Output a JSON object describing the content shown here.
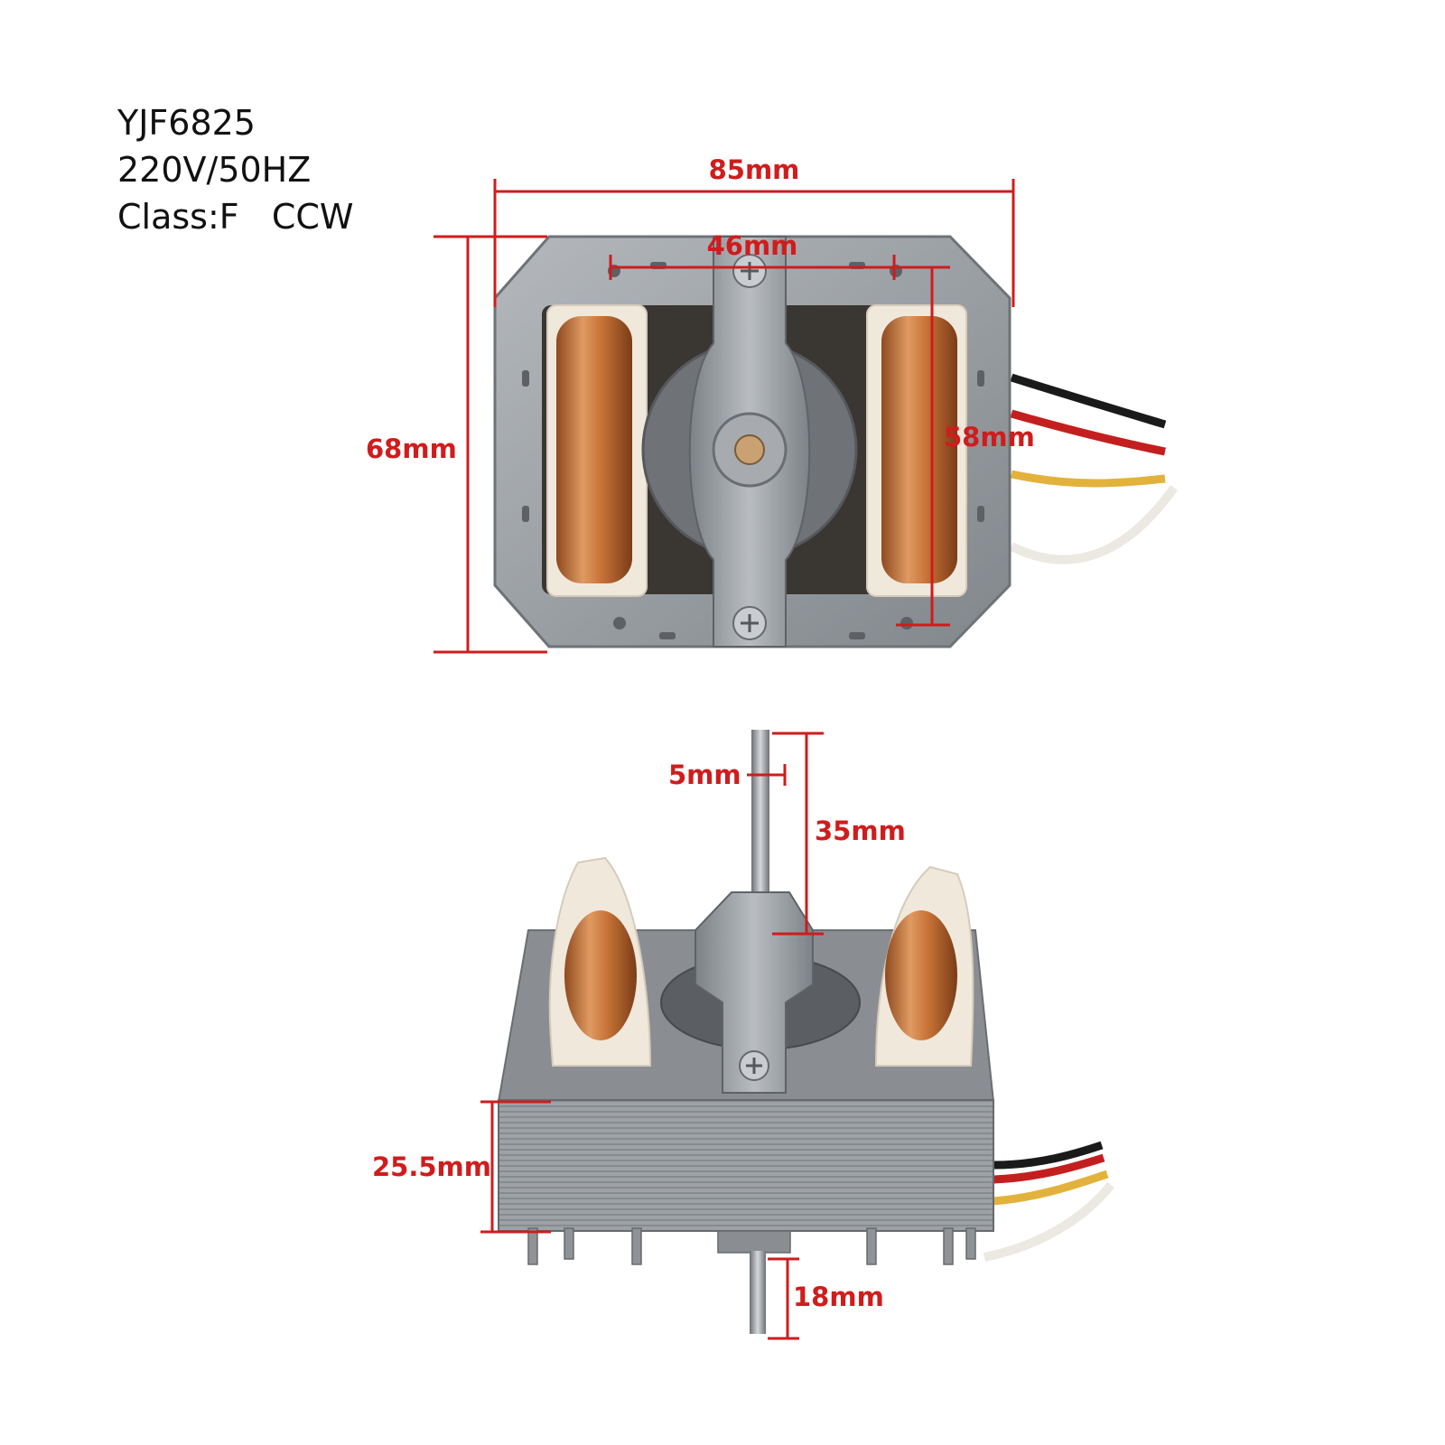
{
  "specs": {
    "model": "YJF6825",
    "voltage": "220V/50HZ",
    "class_rotation": "Class:F   CCW"
  },
  "dimensions": {
    "top_width": "85mm",
    "top_hole_spacing": "46mm",
    "top_height": "68mm",
    "coil_height": "58mm",
    "shaft_diameter": "5mm",
    "shaft_length": "35mm",
    "stack_height": "25.5mm",
    "bottom_shaft_length": "18mm"
  },
  "colors": {
    "dimension": "#d01c1c",
    "steel": "#9a9ea3",
    "copper": "#c9753d",
    "bobbin": "#f1e8dc"
  },
  "wires": [
    "black",
    "red",
    "yellow",
    "white"
  ]
}
